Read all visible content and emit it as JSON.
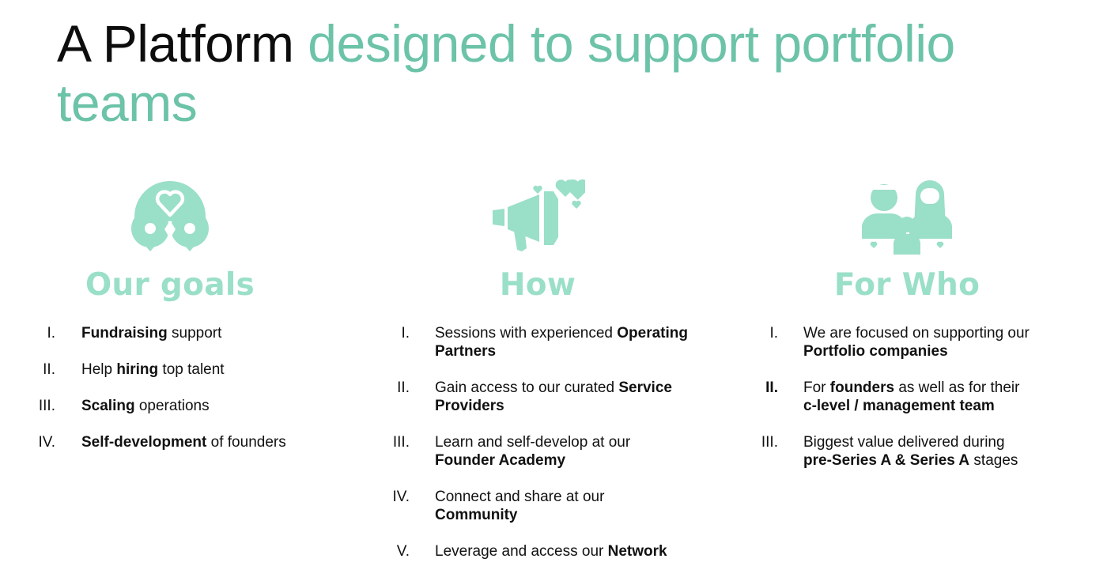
{
  "title": {
    "dark": "A Platform",
    "accent": "designed to support portfolio teams"
  },
  "colors": {
    "accent": "#6cc3a8",
    "icon": "#9adfc8",
    "heading": "#9adfc8"
  },
  "columns": [
    {
      "icon": "heart-locations-icon",
      "heading": "Our goals",
      "items": [
        {
          "num": "I.",
          "parts": [
            {
              "b": "Fundraising"
            },
            {
              "t": " support"
            }
          ]
        },
        {
          "num": "II.",
          "parts": [
            {
              "t": "Help "
            },
            {
              "b": "hiring"
            },
            {
              "t": " top talent"
            }
          ]
        },
        {
          "num": "III.",
          "parts": [
            {
              "b": "Scaling"
            },
            {
              "t": " operations"
            }
          ]
        },
        {
          "num": "IV.",
          "parts": [
            {
              "b": "Self-development"
            },
            {
              "t": " of founders"
            }
          ]
        }
      ]
    },
    {
      "icon": "megaphone-hearts-icon",
      "heading": "How",
      "items": [
        {
          "num": "I.",
          "parts": [
            {
              "t": "Sessions with experienced "
            },
            {
              "b": "Operating"
            },
            {
              "br": true
            },
            {
              "b": "Partners"
            }
          ]
        },
        {
          "num": "II.",
          "parts": [
            {
              "t": "Gain access to our curated "
            },
            {
              "b": "Service"
            },
            {
              "br": true
            },
            {
              "b": "Providers"
            }
          ]
        },
        {
          "num": "III.",
          "parts": [
            {
              "t": "Learn and self-develop at our"
            },
            {
              "br": true
            },
            {
              "b": "Founder Academy"
            }
          ]
        },
        {
          "num": "IV.",
          "parts": [
            {
              "t": "Connect and share at our"
            },
            {
              "br": true
            },
            {
              "b": "Community"
            }
          ]
        },
        {
          "num": "V.",
          "parts": [
            {
              "t": "Leverage and access our "
            },
            {
              "b": "Network"
            }
          ]
        }
      ]
    },
    {
      "icon": "family-icon",
      "heading": "For Who",
      "items": [
        {
          "num": "I.",
          "parts": [
            {
              "t": "We are focused on supporting our"
            },
            {
              "br": true
            },
            {
              "b": "Portfolio companies"
            }
          ]
        },
        {
          "num": "II.",
          "num_bold": true,
          "parts": [
            {
              "t": "For "
            },
            {
              "b": "founders"
            },
            {
              "t": " as well as for their"
            },
            {
              "br": true
            },
            {
              "b": "c-level / management team"
            }
          ]
        },
        {
          "num": "III.",
          "parts": [
            {
              "t": "Biggest value delivered during"
            },
            {
              "br": true
            },
            {
              "b": "pre-Series A & Series A"
            },
            {
              "t": " stages"
            }
          ]
        }
      ]
    }
  ]
}
